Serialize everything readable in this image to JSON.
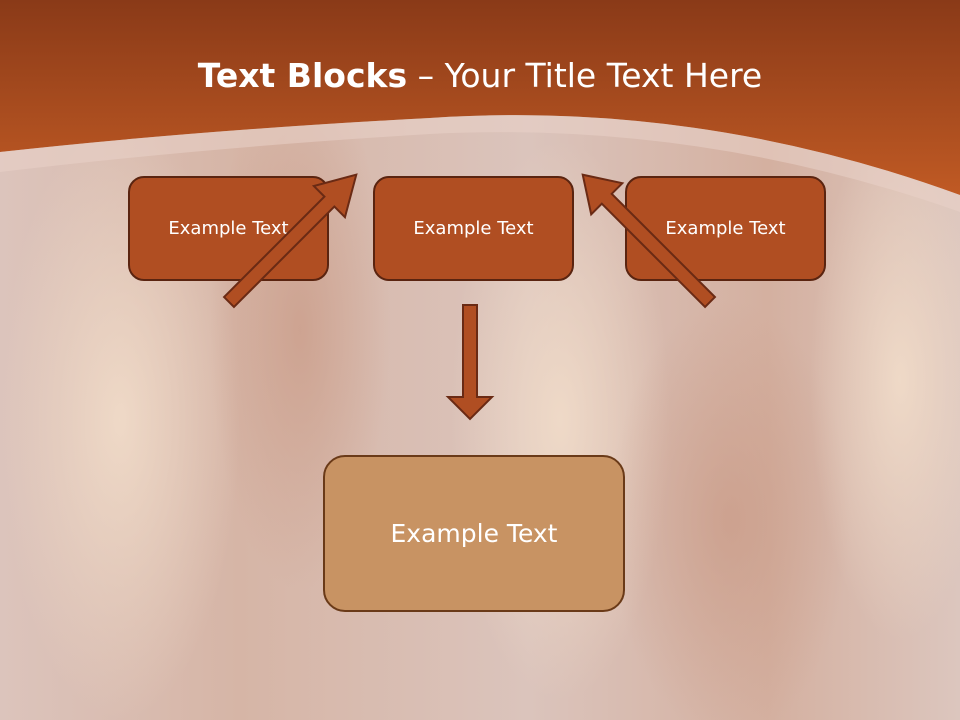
{
  "title": {
    "bold": "Text Blocks",
    "dash": " – ",
    "rest": "Your Title Text Here"
  },
  "blocks": {
    "left": "Example Text",
    "center": "Example Text",
    "right": "Example Text",
    "bottom": "Example Text"
  },
  "colors": {
    "banner_dark": "#8a3a18",
    "banner": "#c05a24",
    "block_fill": "#b04e22",
    "block_border": "#5a2410",
    "bottom_fill": "#c89363",
    "bottom_border": "#6a3a18",
    "arrow_fill": "#b04e22",
    "arrow_border": "#6a2a14"
  }
}
